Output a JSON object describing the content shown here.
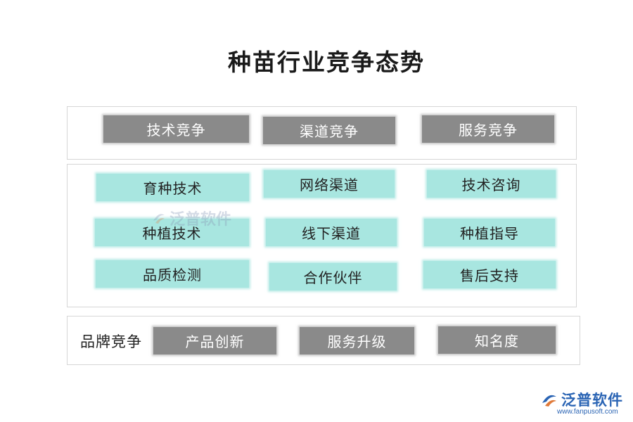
{
  "title": "种苗行业竞争态势",
  "top_row": [
    "技术竞争",
    "渠道竞争",
    "服务竞争"
  ],
  "grid": {
    "col1": [
      "育种技术",
      "种植技术",
      "品质检测"
    ],
    "col2": [
      "网络渠道",
      "线下渠道",
      "合作伙伴"
    ],
    "col3": [
      "技术咨询",
      "种植指导",
      "售后支持"
    ]
  },
  "brand": {
    "label": "品牌竞争",
    "items": [
      "产品创新",
      "服务升级",
      "知名度"
    ]
  },
  "watermark": "泛普软件",
  "logo": {
    "name": "泛普软件",
    "url": "www.fanpusoft.com"
  },
  "colors": {
    "gray_box": "#8a8a8a",
    "teal_box": "#a8e6e0",
    "logo_blue": "#2a64b4"
  }
}
